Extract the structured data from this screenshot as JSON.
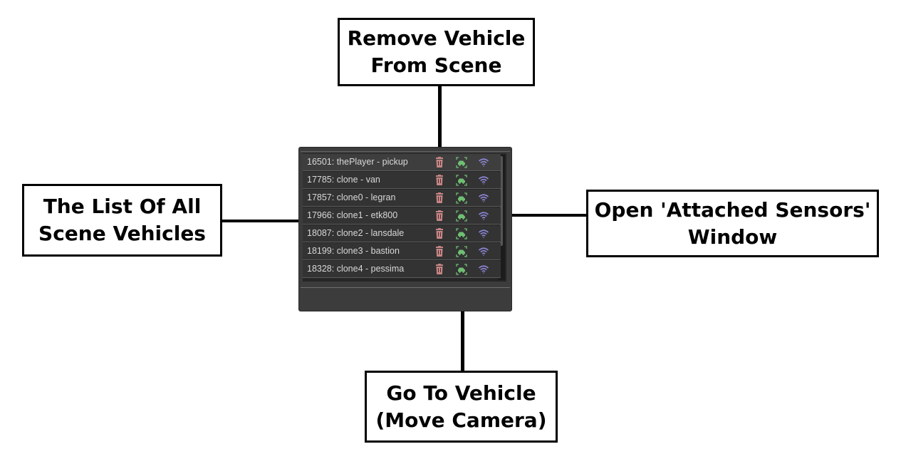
{
  "callouts": {
    "remove": "Remove Vehicle\nFrom Scene",
    "list": "The List Of All\nScene Vehicles",
    "sensors": "Open 'Attached Sensors'\nWindow",
    "goto": "Go To Vehicle\n(Move Camera)"
  },
  "vehicles": [
    {
      "label": "16501: thePlayer - pickup"
    },
    {
      "label": "17785: clone - van"
    },
    {
      "label": "17857: clone0 - legran"
    },
    {
      "label": "17966: clone1 - etk800"
    },
    {
      "label": "18087: clone2 - lansdale"
    },
    {
      "label": "18199: clone3 - bastion"
    },
    {
      "label": "18328: clone4 - pessima"
    }
  ],
  "icons": {
    "remove": "trash-icon",
    "goto": "car-focus-icon",
    "sensors": "wifi-icon"
  },
  "colors": {
    "remove": "#c58585",
    "goto": "#6fbf73",
    "sensors": "#8c86d6"
  }
}
